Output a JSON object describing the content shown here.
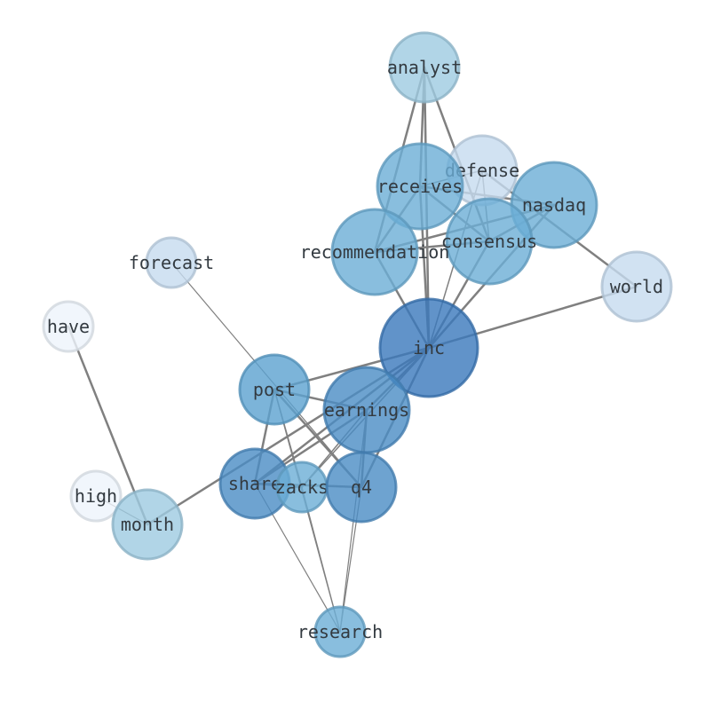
{
  "nodes": [
    {
      "id": "analyst",
      "label": "analyst",
      "color": "#9ecae1"
    },
    {
      "id": "defense",
      "label": "defense",
      "color": "#c6dbef"
    },
    {
      "id": "receives",
      "label": "receives",
      "color": "#6baed6"
    },
    {
      "id": "nasdaq",
      "label": "nasdaq",
      "color": "#6baed6"
    },
    {
      "id": "consensus",
      "label": "consensus",
      "color": "#6baed6"
    },
    {
      "id": "recommendation",
      "label": "recommendation",
      "color": "#6baed6"
    },
    {
      "id": "forecast",
      "label": "forecast",
      "color": "#c6dbef"
    },
    {
      "id": "world",
      "label": "world",
      "color": "#c6dbef"
    },
    {
      "id": "have",
      "label": "have",
      "color": "#eef4fb"
    },
    {
      "id": "inc",
      "label": "inc",
      "color": "#3a78bb"
    },
    {
      "id": "post",
      "label": "post",
      "color": "#5ba1d0"
    },
    {
      "id": "earnings",
      "label": "earnings",
      "color": "#4a8cc4"
    },
    {
      "id": "high",
      "label": "high",
      "color": "#eef4fb"
    },
    {
      "id": "share",
      "label": "share",
      "color": "#4a8cc4"
    },
    {
      "id": "zacks",
      "label": "zacks",
      "color": "#6baed6"
    },
    {
      "id": "q4",
      "label": "q4",
      "color": "#4a8cc4"
    },
    {
      "id": "month",
      "label": "month",
      "color": "#9ecae1"
    },
    {
      "id": "research",
      "label": "research",
      "color": "#6baed6"
    }
  ],
  "edges": [
    {
      "source": "analyst",
      "target": "receives",
      "weight": 2.5
    },
    {
      "source": "analyst",
      "target": "recommendation",
      "weight": 2.5
    },
    {
      "source": "analyst",
      "target": "consensus",
      "weight": 2.5
    },
    {
      "source": "analyst",
      "target": "inc",
      "weight": 2.5
    },
    {
      "source": "defense",
      "target": "receives",
      "weight": 1.5
    },
    {
      "source": "defense",
      "target": "consensus",
      "weight": 1.5
    },
    {
      "source": "defense",
      "target": "inc",
      "weight": 1.5
    },
    {
      "source": "defense",
      "target": "world",
      "weight": 2.5
    },
    {
      "source": "receives",
      "target": "recommendation",
      "weight": 2.5
    },
    {
      "source": "receives",
      "target": "consensus",
      "weight": 2.5
    },
    {
      "source": "receives",
      "target": "nasdaq",
      "weight": 2.5
    },
    {
      "source": "receives",
      "target": "inc",
      "weight": 2.5
    },
    {
      "source": "nasdaq",
      "target": "recommendation",
      "weight": 2.5
    },
    {
      "source": "nasdaq",
      "target": "consensus",
      "weight": 2.5
    },
    {
      "source": "nasdaq",
      "target": "inc",
      "weight": 2.5
    },
    {
      "source": "consensus",
      "target": "recommendation",
      "weight": 2.5
    },
    {
      "source": "consensus",
      "target": "inc",
      "weight": 2.5
    },
    {
      "source": "recommendation",
      "target": "inc",
      "weight": 2.5
    },
    {
      "source": "world",
      "target": "inc",
      "weight": 2.5
    },
    {
      "source": "forecast",
      "target": "q4",
      "weight": 1.2
    },
    {
      "source": "have",
      "target": "month",
      "weight": 2.5
    },
    {
      "source": "high",
      "target": "month",
      "weight": 1.2
    },
    {
      "source": "inc",
      "target": "post",
      "weight": 2.5
    },
    {
      "source": "inc",
      "target": "earnings",
      "weight": 2.5
    },
    {
      "source": "inc",
      "target": "share",
      "weight": 2.5
    },
    {
      "source": "inc",
      "target": "q4",
      "weight": 2.5
    },
    {
      "source": "inc",
      "target": "zacks",
      "weight": 1.5
    },
    {
      "source": "inc",
      "target": "month",
      "weight": 2.5
    },
    {
      "source": "post",
      "target": "earnings",
      "weight": 2.5
    },
    {
      "source": "post",
      "target": "share",
      "weight": 2.5
    },
    {
      "source": "post",
      "target": "q4",
      "weight": 2.5
    },
    {
      "source": "post",
      "target": "zacks",
      "weight": 1.5
    },
    {
      "source": "post",
      "target": "research",
      "weight": 1.2
    },
    {
      "source": "earnings",
      "target": "share",
      "weight": 2.5
    },
    {
      "source": "earnings",
      "target": "q4",
      "weight": 2.5
    },
    {
      "source": "earnings",
      "target": "zacks",
      "weight": 1.5
    },
    {
      "source": "earnings",
      "target": "research",
      "weight": 1.2
    },
    {
      "source": "share",
      "target": "zacks",
      "weight": 2.5
    },
    {
      "source": "share",
      "target": "q4",
      "weight": 2.5
    },
    {
      "source": "share",
      "target": "research",
      "weight": 1.2
    },
    {
      "source": "zacks",
      "target": "research",
      "weight": 1.2
    },
    {
      "source": "q4",
      "target": "research",
      "weight": 1.2
    }
  ]
}
